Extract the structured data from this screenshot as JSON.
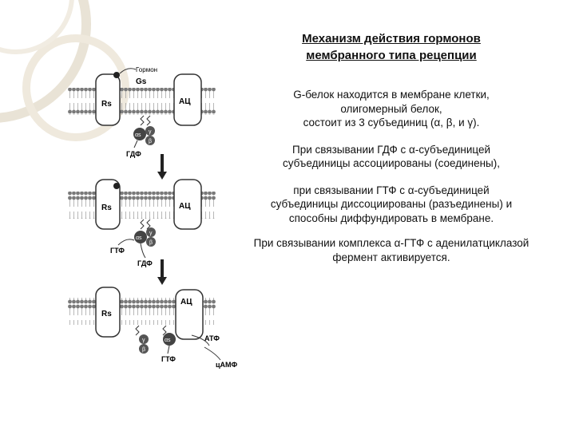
{
  "title": {
    "line1": "Механизм действия гормонов",
    "line2": "мембранного типа рецепции"
  },
  "paragraphs": {
    "p1": [
      "G-белок находится в мембране клетки,",
      "олигомерный белок,",
      "состоит из 3 субъединиц (α, β, и γ)."
    ],
    "p2": [
      "При связывании ГДФ с α-субъединицей",
      "субъединицы ассоциированы (соединены),"
    ],
    "p3": [
      "при связывании ГТФ с α-субъединицей",
      "субъединицы диссоциированы (разъединены) и",
      "способны диффундировать в мембране."
    ],
    "p4": [
      "При связывании комплекса α-ГТФ с аденилатциклазой",
      "фермент активируется."
    ]
  },
  "diagram_labels": {
    "hormone": "Гормон",
    "gs": "Gs",
    "rs": "Rs",
    "ac": "АЦ",
    "alpha_s": "αs",
    "beta": "β",
    "gamma": "γ",
    "gdp": "ГДФ",
    "gtp": "ГТФ",
    "atp": "АТФ",
    "camp": "цАМФ"
  }
}
